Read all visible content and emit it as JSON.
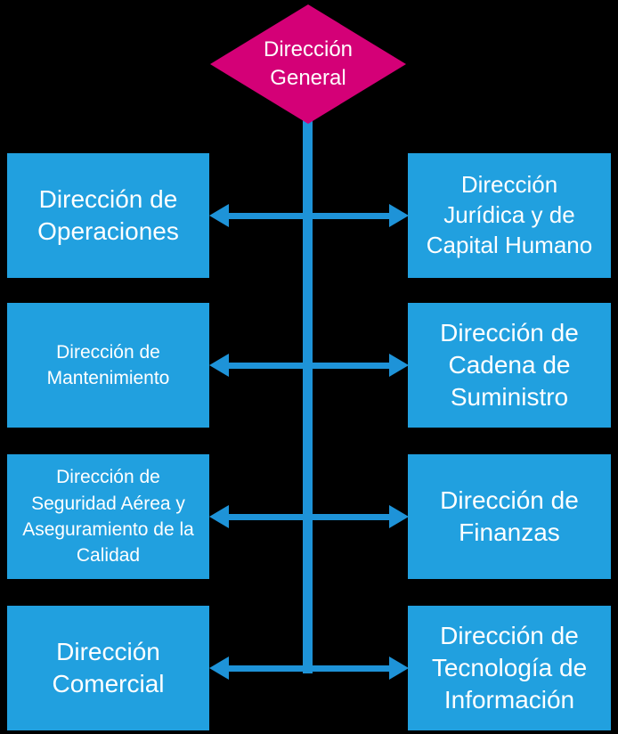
{
  "diagram": {
    "type": "org-chart",
    "root": {
      "label": "Dirección\nGeneral"
    },
    "rows": [
      {
        "left": {
          "label": "Dirección de\nOperaciones"
        },
        "right": {
          "label": "Dirección\nJurídica y de\nCapital Humano"
        }
      },
      {
        "left": {
          "label": "Dirección de\nMantenimiento"
        },
        "right": {
          "label": "Dirección de\nCadena de\nSuministro"
        }
      },
      {
        "left": {
          "label": "Dirección de\nSeguridad Aérea y\nAseguramiento de la\nCalidad"
        },
        "right": {
          "label": "Dirección de\nFinanzas"
        }
      },
      {
        "left": {
          "label": "Dirección\nComercial"
        },
        "right": {
          "label": "Dirección de\nTecnología de\nInformación"
        }
      }
    ],
    "colors": {
      "background": "#000000",
      "node_fill": "#21A0DF",
      "connector": "#1E93D8",
      "root_fill": "#D40077",
      "text": "#FFFFFF"
    }
  }
}
